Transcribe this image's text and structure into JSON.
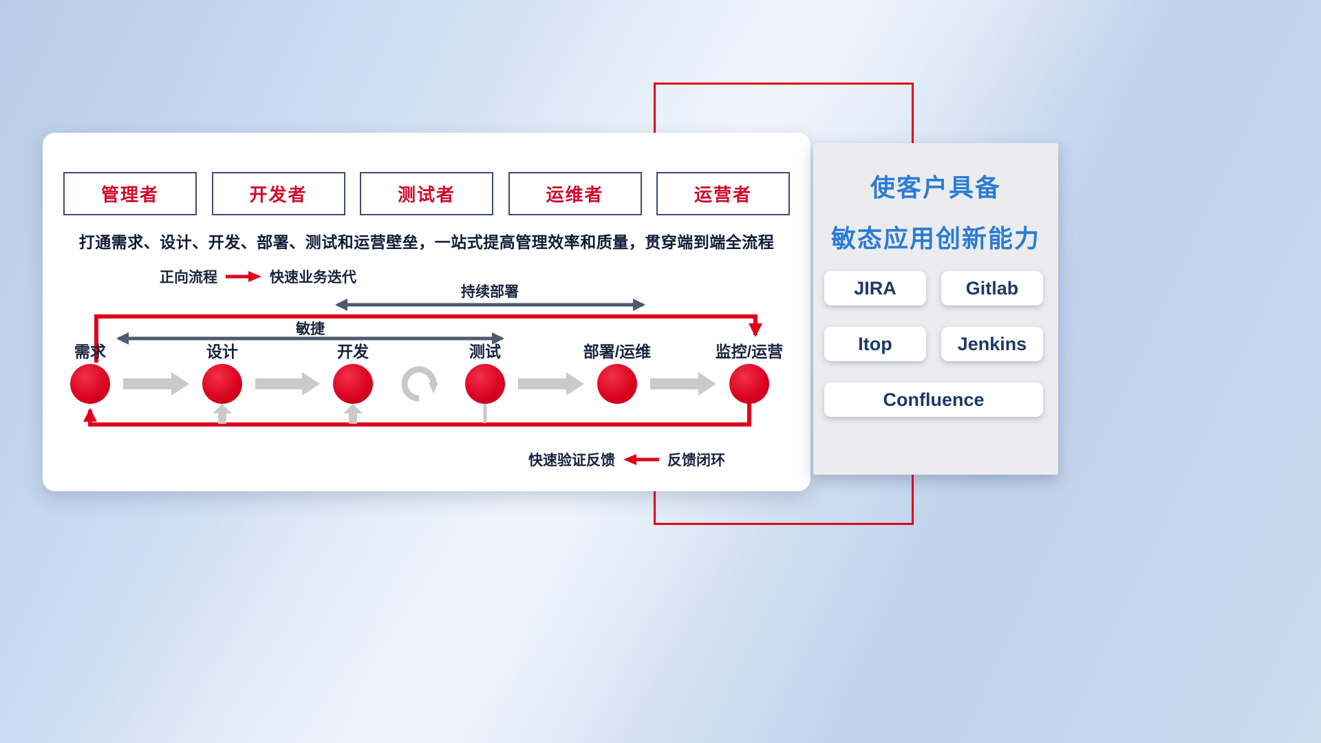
{
  "roles": {
    "items": [
      {
        "label": "管理者"
      },
      {
        "label": "开发者"
      },
      {
        "label": "测试者"
      },
      {
        "label": "运维者"
      },
      {
        "label": "运营者"
      }
    ]
  },
  "subtitle": "打通需求、设计、开发、部署、测试和运营壁垒，一站式提高管理效率和质量，贯穿端到端全流程",
  "legend_forward": {
    "label": "正向流程",
    "description": "快速业务迭代"
  },
  "flow": {
    "span_deploy": "持续部署",
    "span_agile": "敏捷",
    "stages": [
      {
        "label": "需求"
      },
      {
        "label": "设计"
      },
      {
        "label": "开发"
      },
      {
        "label": "测试"
      },
      {
        "label": "部署/运维"
      },
      {
        "label": "监控/运营"
      }
    ]
  },
  "legend_feedback": {
    "label": "快速验证反馈",
    "description": "反馈闭环"
  },
  "side_panel": {
    "title_line1": "使客户具备",
    "title_line2": "敏态应用创新能力",
    "tools": [
      {
        "label": "JIRA"
      },
      {
        "label": "Gitlab"
      },
      {
        "label": "Itop"
      },
      {
        "label": "Jenkins"
      },
      {
        "label": "Confluence"
      }
    ]
  },
  "colors": {
    "accent_red": "#e0001b",
    "navy_text": "#17233f",
    "role_text_red": "#cf0a2c",
    "role_border_navy": "#3d4a7a",
    "slate_arrow": "#4d5a70",
    "gray_arrow": "#c8cacb",
    "panel_title_blue": "#2b7cd3",
    "tool_text_navy": "#1c3a66"
  }
}
